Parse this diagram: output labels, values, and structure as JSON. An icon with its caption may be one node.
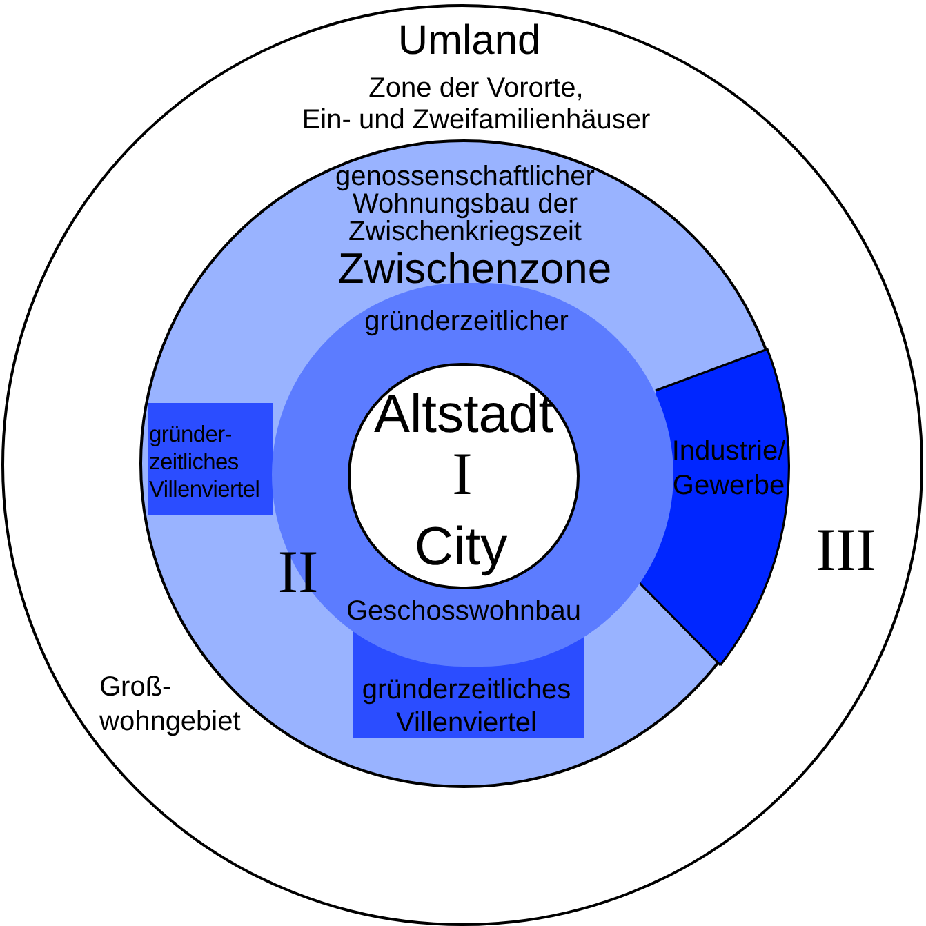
{
  "diagram": {
    "nodes": [
      {
        "text": [
          "Umland",
          "Zone der Vororte, Ein- und Zweifamilienhäuser",
          "III"
        ]
      },
      {
        "text": [
          "genossenschaftlicher Wohnungsbau der Zwischenkriegszeit",
          "Zwischenzone"
        ],
        "in": 0
      },
      {
        "text": [
          "gründerzeitlicher",
          "Geschosswohnbau"
        ],
        "in": 1
      },
      {
        "text": [
          "Altstadt",
          "I",
          "City"
        ],
        "in": 2
      },
      {
        "text": [
          "Industrie/ Gewerbe"
        ],
        "in": 1
      },
      {
        "text": [
          "gründer- zeitliches Villenviertel"
        ],
        "in": 1
      },
      {
        "text": [
          "gründerzeitliches Villenviertel"
        ],
        "in": 1
      }
    ],
    "labels": [
      "II",
      "Groß- wohngebiet"
    ]
  }
}
